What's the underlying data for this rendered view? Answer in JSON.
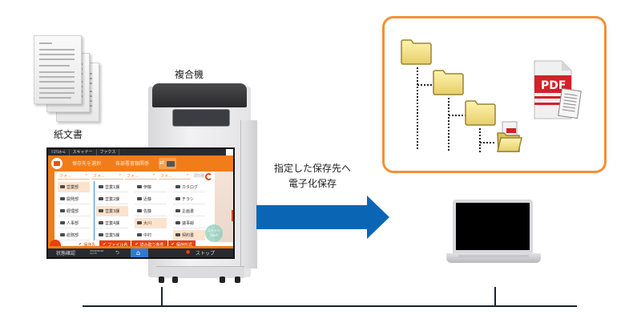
{
  "labels": {
    "paper_documents": "紙文書",
    "mfp": "複合機",
    "arrow_caption_line1": "指定した保存先へ",
    "arrow_caption_line2": "電子化保存"
  },
  "mfp_screen": {
    "top_tabs": [
      "ｼｽﾃﾑﾎｰﾑ",
      "スキャナー",
      "ファクス"
    ],
    "header": {
      "select_destination": "保存先を選択",
      "current_folder": "各部署書類関係"
    },
    "column_headers": [
      "フォ...",
      "フォ...",
      "フォ...",
      "フォ..."
    ],
    "column_header_extra": "閉5階",
    "folders": [
      [
        {
          "name": "営業部",
          "selected": true
        },
        {
          "name": "営業1課",
          "selected": false
        },
        {
          "name": "伊藤",
          "selected": false
        },
        {
          "name": "カタログ",
          "selected": false
        }
      ],
      [
        {
          "name": "開発部",
          "selected": false
        },
        {
          "name": "営業2課",
          "selected": false
        },
        {
          "name": "近藤",
          "selected": false
        },
        {
          "name": "チラシ",
          "selected": false
        }
      ],
      [
        {
          "name": "経理部",
          "selected": false
        },
        {
          "name": "営業3課",
          "selected": true
        },
        {
          "name": "佐藤",
          "selected": false
        },
        {
          "name": "企画書",
          "selected": false
        }
      ],
      [
        {
          "name": "人事部",
          "selected": false
        },
        {
          "name": "営業4課",
          "selected": false
        },
        {
          "name": "大川",
          "selected": true
        },
        {
          "name": "議事録",
          "selected": false
        }
      ],
      [
        {
          "name": "総務部",
          "selected": false
        },
        {
          "name": "営業5課",
          "selected": false
        },
        {
          "name": "中村",
          "selected": false
        },
        {
          "name": "契約書",
          "selected": true
        }
      ]
    ],
    "check_tabs": [
      "保存先",
      "ファイル名",
      "読み取り条件",
      "保存形式"
    ],
    "start_button": {
      "line1": "スキャン",
      "line2": "Start"
    },
    "bottom_bar": {
      "status_check": "状態確認",
      "datetime": "2016/05/26 12:15",
      "stop": "ストップ"
    }
  },
  "icons": {
    "back": "⮌",
    "home": "⌂",
    "check": "✔",
    "stop": "●",
    "swap": "⇄"
  },
  "pdf_icon_label": "PDF",
  "colors": {
    "accent_orange": "#f07d1a",
    "box_border": "#f39035",
    "arrow_blue": "#0a66b5",
    "check_red": "#e8400c",
    "network_line": "#1a2230",
    "pdf_red": "#d42027"
  }
}
